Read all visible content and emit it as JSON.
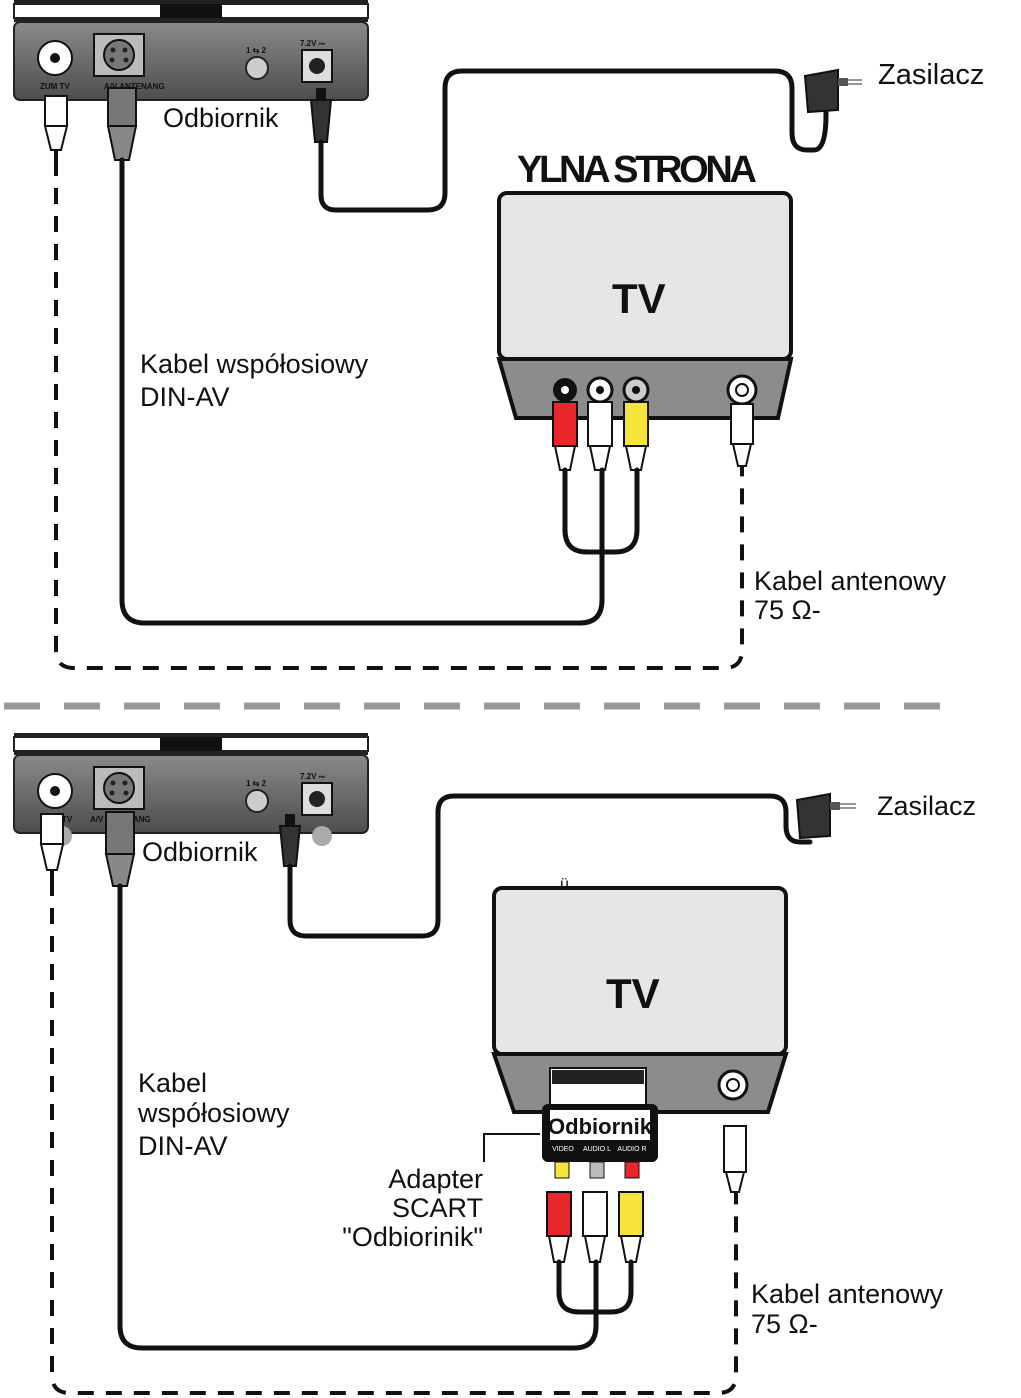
{
  "top": {
    "receiver_label": "Odbiornik",
    "power_label": "Zasilacz",
    "heading": "YLNA STRONA",
    "tv_label": "TV",
    "coax_cable_label": [
      "Kabel współosiowy",
      "DIN-AV"
    ],
    "antenna_cable_label": [
      "Kabel antenowy",
      "75 Ω-"
    ],
    "ports": {
      "to_tv": "ZUM TV",
      "av": "A/V ANTENANG",
      "switch": "1 ⇆ 2",
      "dc": "7.2V ⎓"
    }
  },
  "bottom": {
    "receiver_label": "Odbiornik",
    "power_label": "Zasilacz",
    "tv_label": "TV",
    "tv_mark": "ü",
    "coax_cable_label": [
      "Kabel",
      "współosiowy",
      "DIN-AV"
    ],
    "adapter_label": [
      "Adapter",
      "SCART",
      "\"Odbiorinik\""
    ],
    "adapter_badge": "Odbiornik",
    "adapter_ports": [
      "VIDEO",
      "AUDIO L",
      "AUDIO R"
    ],
    "antenna_cable_label": [
      "Kabel antenowy",
      "75 Ω-"
    ],
    "ports": {
      "to_tv": "TV",
      "av": "A/V ANTENANG",
      "switch": "1 ⇆ 2",
      "dc": "7.2V ⎓"
    }
  },
  "colors": {
    "red": "#e8262b",
    "white": "#ffffff",
    "yellow": "#f7e43b",
    "receiver": "#6b6b6b",
    "tv_body": "#e6e6e6",
    "tv_base": "#8c8c8c",
    "separator": "#999999"
  }
}
